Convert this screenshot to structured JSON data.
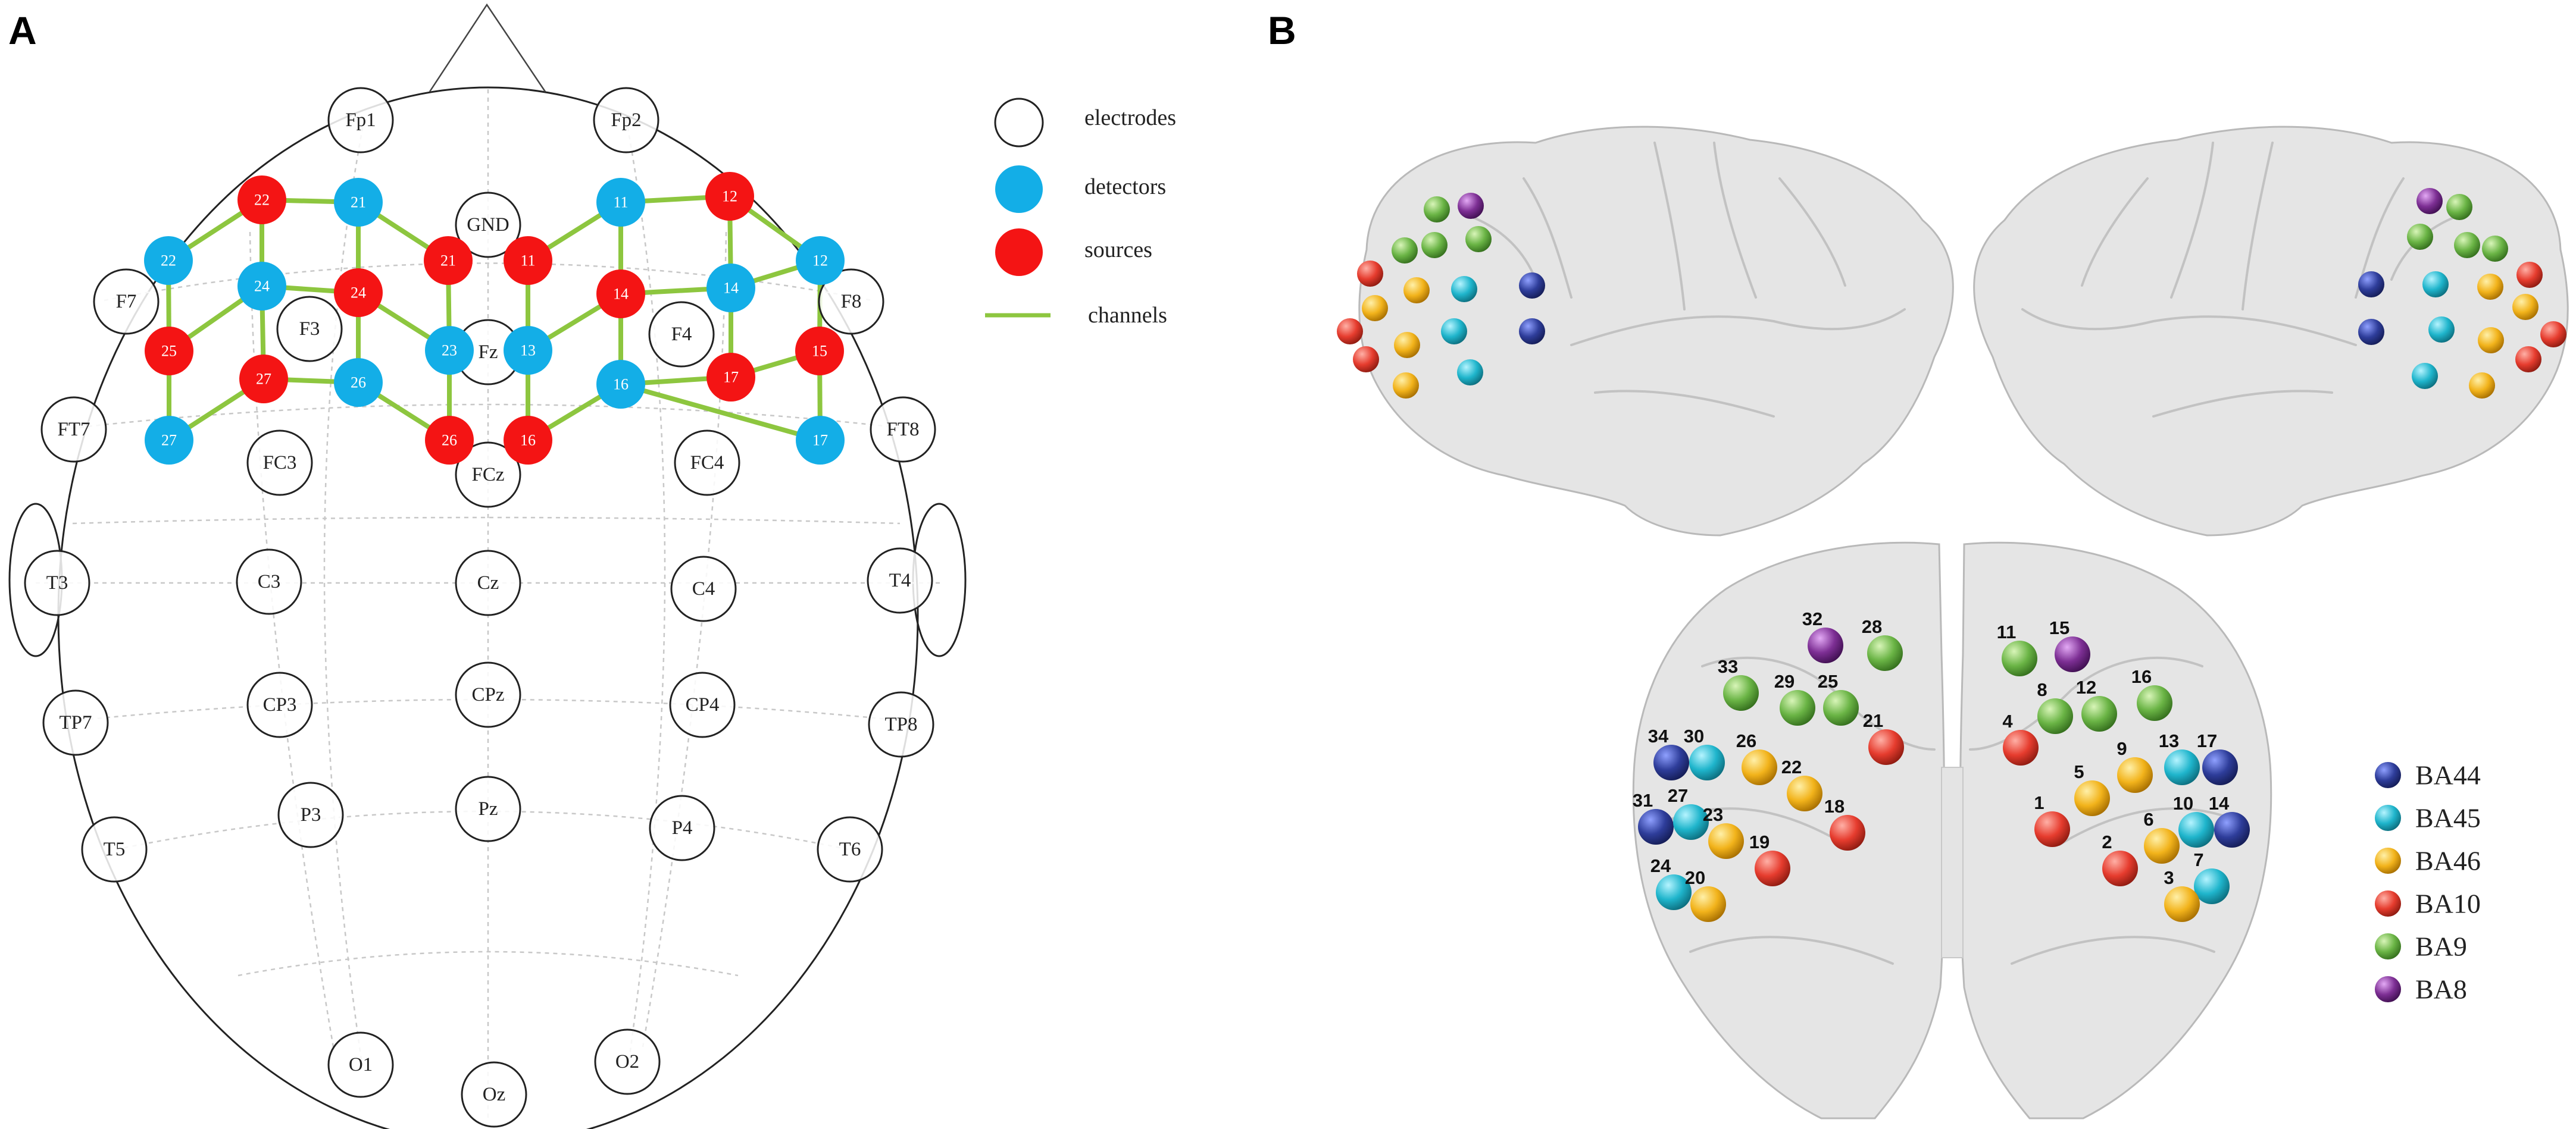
{
  "panels": {
    "a": "A",
    "b": "B"
  },
  "colors": {
    "detector": "#13aee7",
    "source": "#f41414",
    "channel": "#8dc63f",
    "ba44": "#2e3d9a",
    "ba45": "#1fb5cc",
    "ba46": "#f2b31b",
    "ba10": "#e63c2e",
    "ba9": "#6ab445",
    "ba8": "#7d2f94"
  },
  "legend_a": {
    "electrodes": "electrodes",
    "detectors": "detectors",
    "sources": "sources",
    "channels": "channels"
  },
  "electrodes": [
    {
      "id": "fp1",
      "label": "Fp1"
    },
    {
      "id": "fp2",
      "label": "Fp2"
    },
    {
      "id": "gnd",
      "label": "GND"
    },
    {
      "id": "f7",
      "label": "F7"
    },
    {
      "id": "f8",
      "label": "F8"
    },
    {
      "id": "f3",
      "label": "F3"
    },
    {
      "id": "fz",
      "label": "Fz"
    },
    {
      "id": "f4",
      "label": "F4"
    },
    {
      "id": "ft7",
      "label": "FT7"
    },
    {
      "id": "ft8",
      "label": "FT8"
    },
    {
      "id": "fc3",
      "label": "FC3"
    },
    {
      "id": "fcz",
      "label": "FCz"
    },
    {
      "id": "fc4",
      "label": "FC4"
    },
    {
      "id": "t3",
      "label": "T3"
    },
    {
      "id": "c3",
      "label": "C3"
    },
    {
      "id": "cz",
      "label": "Cz"
    },
    {
      "id": "c4",
      "label": "C4"
    },
    {
      "id": "t4",
      "label": "T4"
    },
    {
      "id": "tp7",
      "label": "TP7"
    },
    {
      "id": "cp3",
      "label": "CP3"
    },
    {
      "id": "cpz",
      "label": "CPz"
    },
    {
      "id": "cp4",
      "label": "CP4"
    },
    {
      "id": "tp8",
      "label": "TP8"
    },
    {
      "id": "t5",
      "label": "T5"
    },
    {
      "id": "p3",
      "label": "P3"
    },
    {
      "id": "pz",
      "label": "Pz"
    },
    {
      "id": "p4",
      "label": "P4"
    },
    {
      "id": "t6",
      "label": "T6"
    },
    {
      "id": "o1",
      "label": "O1"
    },
    {
      "id": "oz",
      "label": "Oz"
    },
    {
      "id": "o2",
      "label": "O2"
    }
  ],
  "optodes": [
    {
      "id": "s22",
      "label": "22",
      "type": "source"
    },
    {
      "id": "d21",
      "label": "21",
      "type": "detector"
    },
    {
      "id": "d22",
      "label": "22",
      "type": "detector"
    },
    {
      "id": "d24",
      "label": "24",
      "type": "detector"
    },
    {
      "id": "s24",
      "label": "24",
      "type": "source"
    },
    {
      "id": "s21",
      "label": "21",
      "type": "source"
    },
    {
      "id": "s25",
      "label": "25",
      "type": "source"
    },
    {
      "id": "s27",
      "label": "27",
      "type": "source"
    },
    {
      "id": "d26",
      "label": "26",
      "type": "detector"
    },
    {
      "id": "d23",
      "label": "23",
      "type": "detector"
    },
    {
      "id": "d27",
      "label": "27",
      "type": "detector"
    },
    {
      "id": "s26",
      "label": "26",
      "type": "source"
    },
    {
      "id": "s11",
      "label": "11",
      "type": "source"
    },
    {
      "id": "d11",
      "label": "11",
      "type": "detector"
    },
    {
      "id": "s12",
      "label": "12",
      "type": "source"
    },
    {
      "id": "d12",
      "label": "12",
      "type": "detector"
    },
    {
      "id": "s14",
      "label": "14",
      "type": "source"
    },
    {
      "id": "d14",
      "label": "14",
      "type": "detector"
    },
    {
      "id": "d13",
      "label": "13",
      "type": "detector"
    },
    {
      "id": "s15",
      "label": "15",
      "type": "source"
    },
    {
      "id": "d16",
      "label": "16",
      "type": "detector"
    },
    {
      "id": "s17",
      "label": "17",
      "type": "source"
    },
    {
      "id": "s16",
      "label": "16",
      "type": "source"
    },
    {
      "id": "d17",
      "label": "17",
      "type": "detector"
    }
  ],
  "channels": [
    [
      "d22",
      "s22"
    ],
    [
      "s22",
      "d21"
    ],
    [
      "d21",
      "s21"
    ],
    [
      "d22",
      "s25"
    ],
    [
      "s22",
      "d24"
    ],
    [
      "d21",
      "s24"
    ],
    [
      "d24",
      "s24"
    ],
    [
      "s24",
      "d23"
    ],
    [
      "s21",
      "d23"
    ],
    [
      "d24",
      "s25"
    ],
    [
      "d24",
      "s27"
    ],
    [
      "s24",
      "d26"
    ],
    [
      "s25",
      "d27"
    ],
    [
      "s27",
      "d27"
    ],
    [
      "s27",
      "d26"
    ],
    [
      "d26",
      "s26"
    ],
    [
      "d23",
      "s26"
    ],
    [
      "s11",
      "d11"
    ],
    [
      "d11",
      "s12"
    ],
    [
      "s12",
      "d12"
    ],
    [
      "s11",
      "d13"
    ],
    [
      "d11",
      "s14"
    ],
    [
      "s12",
      "d14"
    ],
    [
      "s14",
      "d14"
    ],
    [
      "d14",
      "d12"
    ],
    [
      "d12",
      "s15"
    ],
    [
      "s14",
      "d13"
    ],
    [
      "d14",
      "s17"
    ],
    [
      "s15",
      "s17"
    ],
    [
      "s15",
      "d17"
    ],
    [
      "s17",
      "d16"
    ],
    [
      "d16",
      "s14"
    ],
    [
      "d13",
      "s16"
    ],
    [
      "s16",
      "d16"
    ],
    [
      "d16",
      "d17"
    ]
  ],
  "roi_labels": [
    "32",
    "28",
    "33",
    "29",
    "25",
    "21",
    "34",
    "30",
    "26",
    "22",
    "31",
    "27",
    "23",
    "18",
    "19",
    "24",
    "20",
    "11",
    "15",
    "16",
    "8",
    "12",
    "4",
    "13",
    "17",
    "9",
    "5",
    "1",
    "10",
    "14",
    "6",
    "2",
    "7",
    "3"
  ],
  "legend_b": [
    {
      "key": "ba44",
      "label": "BA44"
    },
    {
      "key": "ba45",
      "label": "BA45"
    },
    {
      "key": "ba46",
      "label": "BA46"
    },
    {
      "key": "ba10",
      "label": "BA10"
    },
    {
      "key": "ba9",
      "label": "BA9"
    },
    {
      "key": "ba8",
      "label": "BA8"
    }
  ]
}
